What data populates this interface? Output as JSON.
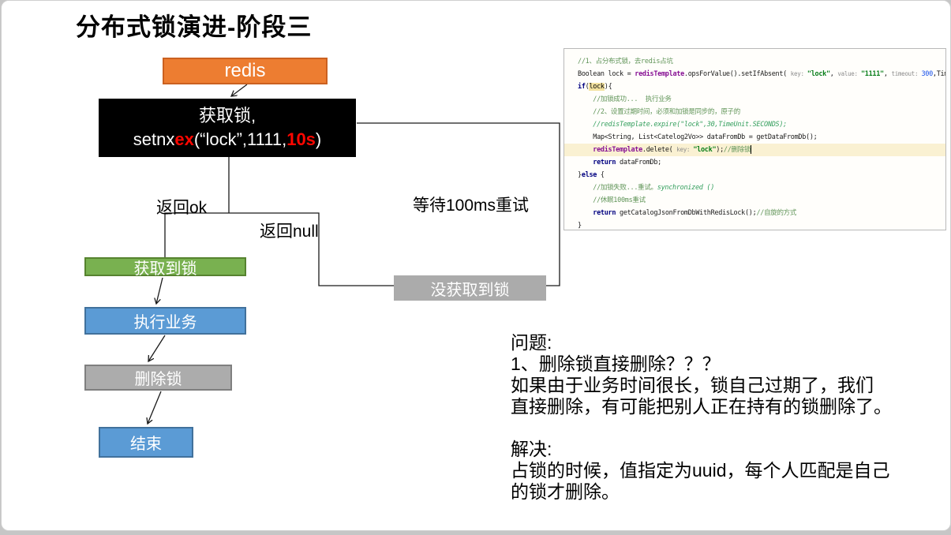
{
  "slide": {
    "title": "分布式锁演进-阶段三"
  },
  "flowchart": {
    "redis_label": "redis",
    "acquire": {
      "line1": "获取锁,",
      "pre": "setnx",
      "ex": "ex",
      "mid": "(“lock”,1111,",
      "ttl": "10s",
      "post": ")"
    },
    "labels": {
      "return_ok": "返回ok",
      "return_null": "返回null",
      "wait_retry": "等待100ms重试"
    },
    "nodes": {
      "got_lock": "获取到锁",
      "exec_business": "执行业务",
      "delete_lock": "删除锁",
      "end": "结束",
      "not_got_lock": "没获取到锁"
    },
    "colors": {
      "redis_fill": "#ED7D31",
      "acquire_fill": "#000000",
      "accent_red": "#FF0600",
      "got_lock_fill": "#79B150",
      "blue_fill": "#5B9BD5",
      "gray_fill": "#ACACAC",
      "not_got_fill": "#ABABAB"
    }
  },
  "code_panel": {
    "lines": [
      {
        "seg": [
          [
            "cmt",
            "//1、占分布式锁，去redis占坑"
          ]
        ]
      },
      {
        "seg": [
          [
            "plain",
            "Boolean lock = "
          ],
          [
            "field",
            "redisTemplate"
          ],
          [
            "plain",
            ".opsForValue().setIfAbsent( "
          ],
          [
            "hint",
            "key: "
          ],
          [
            "str",
            "\"lock\""
          ],
          [
            "plain",
            ", "
          ],
          [
            "hint",
            "value: "
          ],
          [
            "str",
            "\"1111\""
          ],
          [
            "plain",
            ", "
          ],
          [
            "hint",
            "timeout: "
          ],
          [
            "num",
            "300"
          ],
          [
            "plain",
            ",Tim"
          ]
        ]
      },
      {
        "seg": [
          [
            "kw",
            "if"
          ],
          [
            "plain",
            "("
          ],
          [
            "hlid",
            "lock"
          ],
          [
            "plain",
            "){"
          ]
        ]
      },
      {
        "seg": [
          [
            "cmt",
            "    //加锁成功...  执行业务"
          ]
        ]
      },
      {
        "seg": [
          [
            "cmt",
            "    //2、设置过期时间，必须和加锁是同步的，原子的"
          ]
        ]
      },
      {
        "seg": [
          [
            "cmti",
            "    //redisTemplate.expire(\"lock\",30,TimeUnit.SECONDS);"
          ]
        ]
      },
      {
        "seg": [
          [
            "plain",
            "    Map<String, List<Catelog2Vo>> dataFromDb = getDataFromDb();"
          ]
        ]
      },
      {
        "hl": true,
        "cursor": true,
        "seg": [
          [
            "plain",
            "    "
          ],
          [
            "field",
            "redisTemplate"
          ],
          [
            "plain",
            ".delete( "
          ],
          [
            "hint",
            "key: "
          ],
          [
            "str",
            "\"lock\""
          ],
          [
            "plain",
            ");"
          ],
          [
            "cmt",
            "//删除锁"
          ]
        ]
      },
      {
        "seg": [
          [
            "plain",
            "    "
          ],
          [
            "kw",
            "return"
          ],
          [
            "plain",
            " dataFromDb;"
          ]
        ]
      },
      {
        "seg": [
          [
            "plain",
            "}"
          ],
          [
            "kw",
            "else"
          ],
          [
            "plain",
            " {"
          ]
        ]
      },
      {
        "seg": [
          [
            "cmt",
            "    //加锁失败...重试。"
          ],
          [
            "cmti",
            "synchronized ()"
          ]
        ]
      },
      {
        "seg": [
          [
            "cmt",
            "    //休眠100ms重试"
          ]
        ]
      },
      {
        "seg": [
          [
            "plain",
            "    "
          ],
          [
            "kw",
            "return"
          ],
          [
            "plain",
            " getCatalogJsonFromDbWithRedisLock();"
          ],
          [
            "cmt",
            "//自旋的方式"
          ]
        ]
      },
      {
        "seg": [
          [
            "plain",
            "}"
          ]
        ]
      }
    ]
  },
  "notes": {
    "problem_title": "问题:",
    "problem_lines": [
      "1、删除锁直接删除？？？",
      "如果由于业务时间很长，锁自己过期了，我们",
      "直接删除，有可能把别人正在持有的锁删除了。"
    ],
    "solution_title": "解决:",
    "solution_lines": [
      "占锁的时候，值指定为uuid，每个人匹配是自己",
      "的锁才删除。"
    ]
  }
}
